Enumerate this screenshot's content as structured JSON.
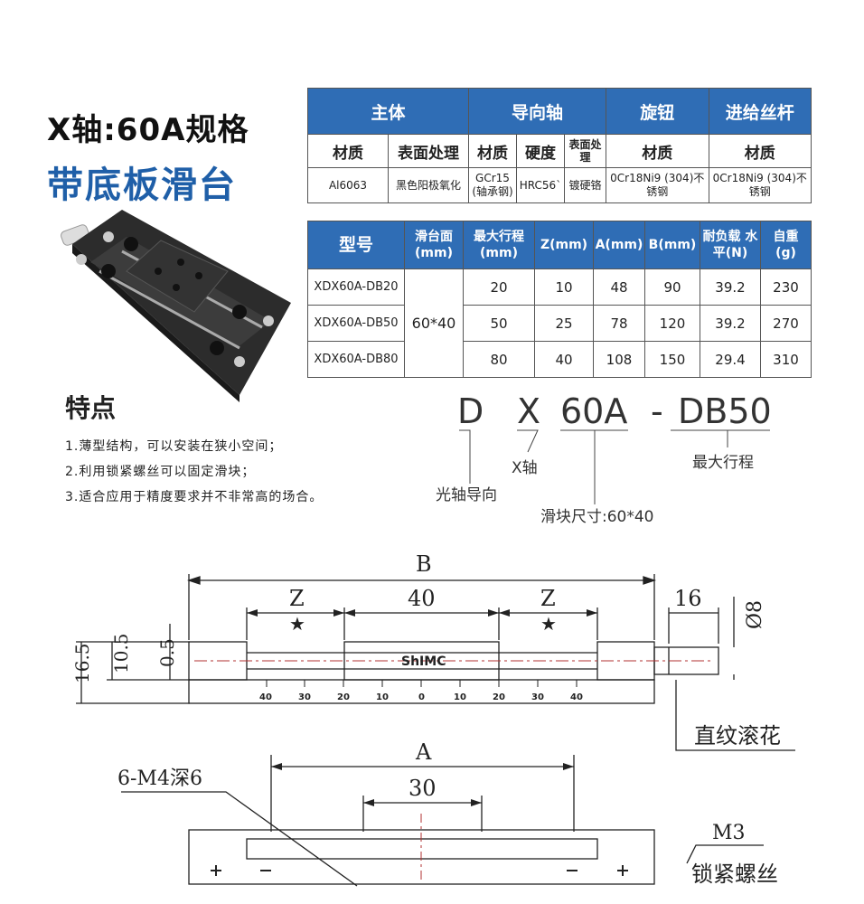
{
  "title": {
    "line1": "X轴:60A规格",
    "line2": "带底板滑台"
  },
  "table1": {
    "headers": [
      "主体",
      "导向轴",
      "旋钮",
      "进给丝杆"
    ],
    "subheaders": [
      "材质",
      "表面处理",
      "材质",
      "硬度",
      "表面处理",
      "材质",
      "材质"
    ],
    "values": [
      "Al6063",
      "黑色阳极氧化",
      "GCr15 (轴承钢)",
      "HRC56`",
      "镀硬铬",
      "0Cr18Ni9 (304)不锈钢",
      "0Cr18Ni9 (304)不锈钢"
    ]
  },
  "table2": {
    "headers": [
      "型号",
      "滑台面 (mm)",
      "最大行程 (mm)",
      "Z(mm)",
      "A(mm)",
      "B(mm)",
      "耐负载 水平(N)",
      "自重 (g)"
    ],
    "shared_face": "60*40",
    "rows": [
      {
        "model": "XDX60A-DB20",
        "stroke": "20",
        "z": "10",
        "a": "48",
        "b": "90",
        "load": "39.2",
        "weight": "230"
      },
      {
        "model": "XDX60A-DB50",
        "stroke": "50",
        "z": "25",
        "a": "78",
        "b": "120",
        "load": "39.2",
        "weight": "270"
      },
      {
        "model": "XDX60A-DB80",
        "stroke": "80",
        "z": "40",
        "a": "108",
        "b": "150",
        "load": "29.4",
        "weight": "310"
      }
    ]
  },
  "features": {
    "heading": "特点",
    "items": [
      "1.薄型结构，可以安装在狭小空间；",
      "2.利用锁紧螺丝可以固定滑块；",
      "3.适合应用于精度要求并不非常高的场合。"
    ]
  },
  "model_code": {
    "parts": [
      "D",
      "X",
      "60A",
      "-",
      "DB50"
    ],
    "labels": {
      "d": "光轴导向",
      "x": "X轴",
      "size": "滑块尺寸:60*40",
      "stroke": "最大行程"
    }
  },
  "drawing": {
    "B": "B",
    "Z": "Z",
    "center": "40",
    "shaft_len": "16",
    "phi": "Ø8",
    "h1": "16.5",
    "h2": "10.5",
    "h3": "0.5",
    "brand": "ShIMC",
    "scale_ticks": [
      "40",
      "30",
      "20",
      "10",
      "0",
      "10",
      "20",
      "30",
      "40"
    ],
    "knurl": "直纹滚花",
    "A": "A",
    "w30": "30",
    "holes": "6-M4深6",
    "m3": "M3",
    "lock": "锁紧螺丝"
  },
  "colors": {
    "header_blue": "#2f6db5",
    "title_blue": "#1f5fa8"
  }
}
